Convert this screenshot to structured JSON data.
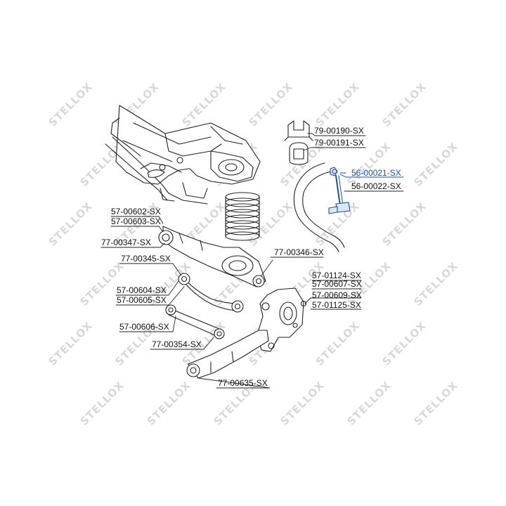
{
  "watermark": "STELLOX",
  "highlight_color": "#1f4e9c",
  "line_color": "#222222",
  "callouts": [
    {
      "id": "c1",
      "text": "79-00190-SX"
    },
    {
      "id": "c2",
      "text": "79-00191-SX"
    },
    {
      "id": "c3",
      "text": "56-00021-SX",
      "highlight": true
    },
    {
      "id": "c4",
      "text": "56-00022-SX"
    },
    {
      "id": "c5",
      "text": "57-00602-SX"
    },
    {
      "id": "c6",
      "text": "57-00603-SX"
    },
    {
      "id": "c7",
      "text": "77-00347-SX"
    },
    {
      "id": "c8",
      "text": "77-00346-SX"
    },
    {
      "id": "c9",
      "text": "77-00345-SX"
    },
    {
      "id": "c10",
      "text": "57-01124-SX"
    },
    {
      "id": "c11",
      "text": "57-00607-SX"
    },
    {
      "id": "c12",
      "text": "57-00604-SX"
    },
    {
      "id": "c13",
      "text": "57-00605-SX"
    },
    {
      "id": "c14",
      "text": "57-00609-SX"
    },
    {
      "id": "c15",
      "text": "57-01125-SX"
    },
    {
      "id": "c16",
      "text": "57-00606-SX"
    },
    {
      "id": "c17",
      "text": "77-00354-SX"
    },
    {
      "id": "c18",
      "text": "77-00635-SX"
    }
  ]
}
